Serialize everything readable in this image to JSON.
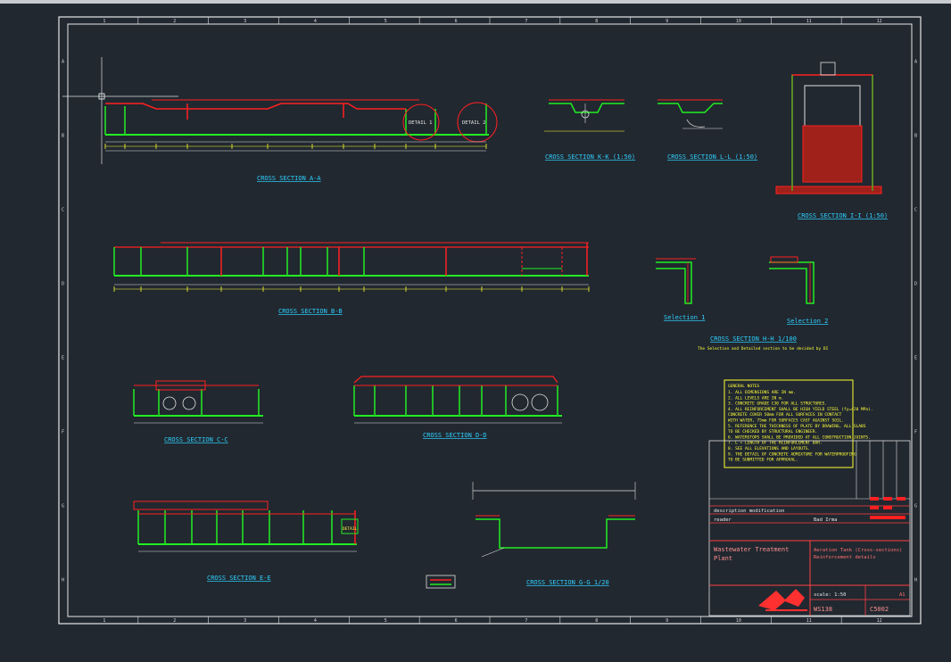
{
  "app": {
    "name": "AutoCAD drawing view",
    "background": "#212830"
  },
  "colors": {
    "structure": "#22ee22",
    "rebar": "#ff2020",
    "dimension": "#ffff30",
    "label": "#2fd0ff",
    "frame": "#e0e0e0",
    "titleblock": "#ff4040"
  },
  "grid": {
    "columns": [
      "1",
      "2",
      "3",
      "4",
      "5",
      "6",
      "7",
      "8",
      "9",
      "10",
      "11",
      "12"
    ],
    "rows": [
      "A",
      "B",
      "C",
      "D",
      "E",
      "F",
      "G",
      "H"
    ]
  },
  "sections": {
    "aa": "CROSS SECTION A-A",
    "bb": "CROSS SECTION B-B",
    "cc": "CROSS SECTION C-C",
    "dd": "CROSS SECTION D-D",
    "ee": "CROSS SECTION E-E",
    "kk": "CROSS SECTION K-K (1:50)",
    "ll": "CROSS SECTION L-L (1:50)",
    "ii": "CROSS SECTION I-I (1:50)",
    "hh": "CROSS SECTION H-H 1/100",
    "hh_note": "The Selection and Detailed section to be decided by DI",
    "gg": "CROSS SECTION G-G 1/20",
    "sel1": "Selection 1",
    "sel2": "Selection 2",
    "detail1": "DETAIL 1",
    "detail2": "DETAIL 2",
    "detail_e": "DETAIL"
  },
  "notes": {
    "heading": "GENERAL NOTES",
    "lines": [
      "1. ALL DIMENSIONS ARE IN mm.",
      "2. ALL LEVELS ARE IN m.",
      "3. CONCRETE GRADE C30 FOR ALL STRUCTURES.",
      "4. ALL REINFORCEMENT SHALL BE HIGH YIELD STEEL (fy=420 MPa).",
      "   CONCRETE COVER 50mm FOR ALL SURFACES IN CONTACT",
      "   WITH WATER, 75mm FOR SURFACES CAST AGAINST SOIL.",
      "5. REFERENCE THE THICKNESS OF PLATE BY DRAWING, ALL SLABS",
      "   TO BE CHECKED BY STRUCTURAL ENGINEER.",
      "6. WATERSTOPS SHALL BE PROVIDED AT ALL CONSTRUCTION JOINTS.",
      "7. L = LENGTH OF THE REINFORCEMENT BAR.",
      "8. SEE ALL ELEVATIONS AND LAYOUTS.",
      "9. THE DETAIL OF CONCRETE ADMIXTURE FOR WATERPROOFING",
      "   TO BE SUBMITTED FOR APPROVAL."
    ]
  },
  "titleblock": {
    "project": "Wastewater Treatment",
    "project2": "Plant",
    "drawing_title": "Aeration Tank (Cross-sections)",
    "drawing_sub": "Reinforcement details",
    "drawing_no": "WS138",
    "sheet": "C5002",
    "size": "A1",
    "descr_head": "description modification",
    "left_lbl": "reader",
    "right_lbl": "Bad Irma",
    "scale_lbl": "scale: 1:50"
  }
}
